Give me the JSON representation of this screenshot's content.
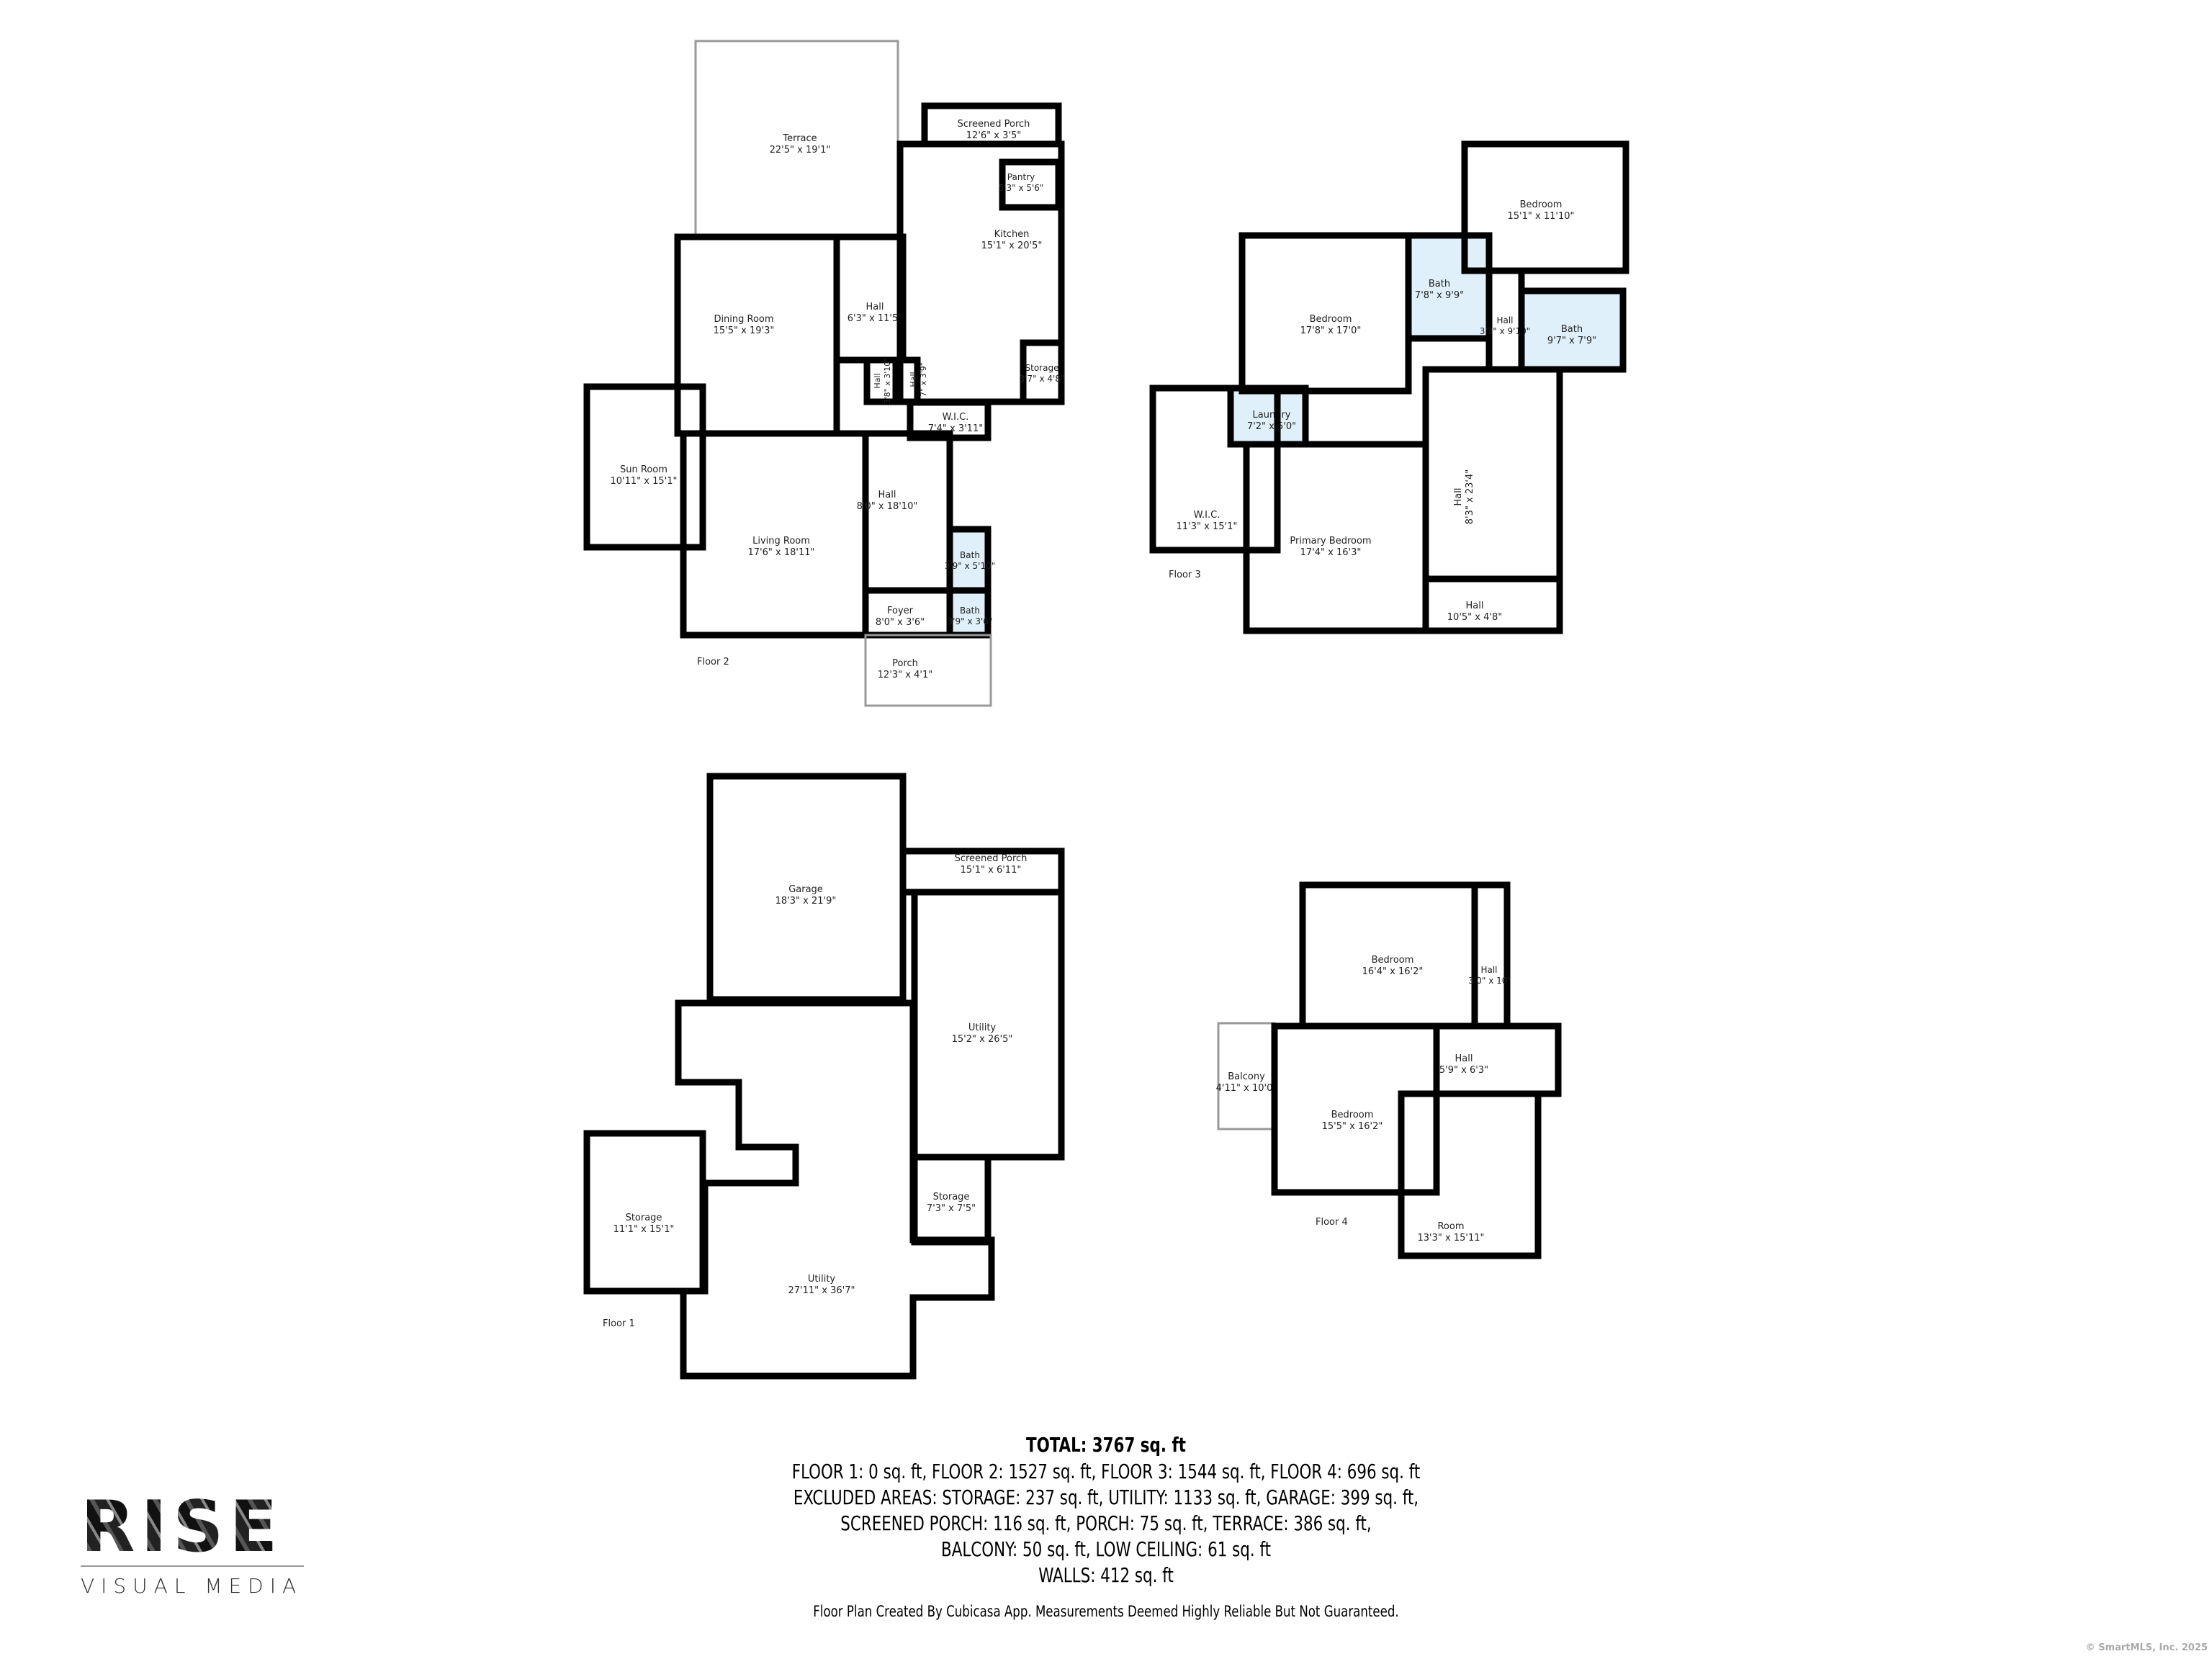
{
  "floors": [
    {
      "label": "Floor 2",
      "rooms": [
        {
          "name": "Terrace",
          "dims": "22'5\" x 19'1\""
        },
        {
          "name": "Screened Porch",
          "dims": "12'6\" x 3'5\""
        },
        {
          "name": "Kitchen",
          "dims": "15'1\" x 20'5\""
        },
        {
          "name": "Pantry",
          "dims": "5'3\" x 5'6\""
        },
        {
          "name": "Dining Room",
          "dims": "15'5\" x 19'3\""
        },
        {
          "name": "Hall",
          "dims": "6'3\" x 11'5\""
        },
        {
          "name": "Hall",
          "dims": "3'8\" x 3'10\""
        },
        {
          "name": "Hall",
          "dims": "7\" x 3'9\""
        },
        {
          "name": "Storage",
          "dims": "3'7\" x 4'8\""
        },
        {
          "name": "W.I.C.",
          "dims": "7'4\" x 3'11\""
        },
        {
          "name": "Sun Room",
          "dims": "10'11\" x 15'1\""
        },
        {
          "name": "Living Room",
          "dims": "17'6\" x 18'11\""
        },
        {
          "name": "Hall",
          "dims": "8'0\" x 18'10\""
        },
        {
          "name": "Bath",
          "dims": "3'9\" x 5'10\""
        },
        {
          "name": "Foyer",
          "dims": "8'0\" x 3'6\""
        },
        {
          "name": "Bath",
          "dims": "3'9\" x 3'6\""
        },
        {
          "name": "Porch",
          "dims": "12'3\" x 4'1\""
        }
      ]
    },
    {
      "label": "Floor 3",
      "rooms": [
        {
          "name": "Bedroom",
          "dims": "15'1\" x 11'10\""
        },
        {
          "name": "Bedroom",
          "dims": "17'8\" x 17'0\""
        },
        {
          "name": "Bath",
          "dims": "7'8\" x 9'9\""
        },
        {
          "name": "Hall",
          "dims": "3'3\" x 9'10\""
        },
        {
          "name": "Bath",
          "dims": "9'7\" x 7'9\""
        },
        {
          "name": "Laundry",
          "dims": "7'2\" x 5'0\""
        },
        {
          "name": "W.I.C.",
          "dims": "11'3\" x 15'1\""
        },
        {
          "name": "Primary Bedroom",
          "dims": "17'4\" x 16'3\""
        },
        {
          "name": "Hall",
          "dims": "8'3\" x 23'4\""
        },
        {
          "name": "Hall",
          "dims": "10'5\" x 4'8\""
        }
      ]
    },
    {
      "label": "Floor 1",
      "rooms": [
        {
          "name": "Garage",
          "dims": "18'3\" x 21'9\""
        },
        {
          "name": "Screened Porch",
          "dims": "15'1\" x 6'11\""
        },
        {
          "name": "Utility",
          "dims": "15'2\" x 26'5\""
        },
        {
          "name": "Storage",
          "dims": "7'3\" x 7'5\""
        },
        {
          "name": "Storage",
          "dims": "11'1\" x 15'1\""
        },
        {
          "name": "Utility",
          "dims": "27'11\" x 36'7\""
        }
      ]
    },
    {
      "label": "Floor 4",
      "rooms": [
        {
          "name": "Bedroom",
          "dims": "16'4\" x 16'2\""
        },
        {
          "name": "Hall",
          "dims": "3'0\" x 10'"
        },
        {
          "name": "Hall",
          "dims": "5'9\" x 6'3\""
        },
        {
          "name": "Balcony",
          "dims": "4'11\" x 10'0\""
        },
        {
          "name": "Bedroom",
          "dims": "15'5\" x 16'2\""
        },
        {
          "name": "Room",
          "dims": "13'3\" x 15'11\""
        }
      ]
    }
  ],
  "summary": {
    "total": "TOTAL: 3767 sq. ft",
    "lines": [
      "FLOOR 1: 0 sq. ft, FLOOR 2: 1527 sq. ft, FLOOR 3: 1544 sq. ft, FLOOR 4: 696 sq. ft",
      "EXCLUDED AREAS: STORAGE: 237 sq. ft, UTILITY: 1133 sq. ft, GARAGE: 399 sq. ft,",
      "SCREENED PORCH: 116 sq. ft, PORCH: 75 sq. ft, TERRACE: 386 sq. ft,",
      "BALCONY: 50 sq. ft, LOW CEILING: 61 sq. ft",
      "WALLS: 412 sq. ft"
    ],
    "note": "Floor Plan Created By Cubicasa App. Measurements Deemed Highly Reliable But Not Guaranteed."
  },
  "logo": {
    "word": "RISE",
    "sub": "VISUAL MEDIA"
  },
  "copyright": "© SmartMLS, Inc.  2025",
  "colors": {
    "wall": "#000000",
    "bath_fill": "#dff0fa",
    "outline": "#999999"
  }
}
